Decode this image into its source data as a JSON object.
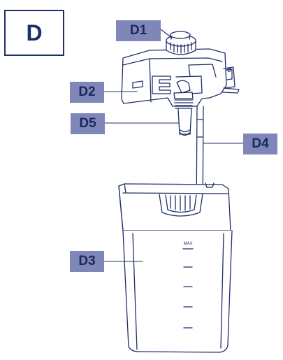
{
  "section": {
    "letter": "D"
  },
  "callouts": {
    "d1": "D1",
    "d2": "D2",
    "d3": "D3",
    "d4": "D4",
    "d5": "D5"
  },
  "jug": {
    "max_mark": "MAX"
  },
  "colors": {
    "line": "#1f2f6b",
    "callout_bg": "#7f87b8",
    "callout_text": "#1b275e"
  }
}
